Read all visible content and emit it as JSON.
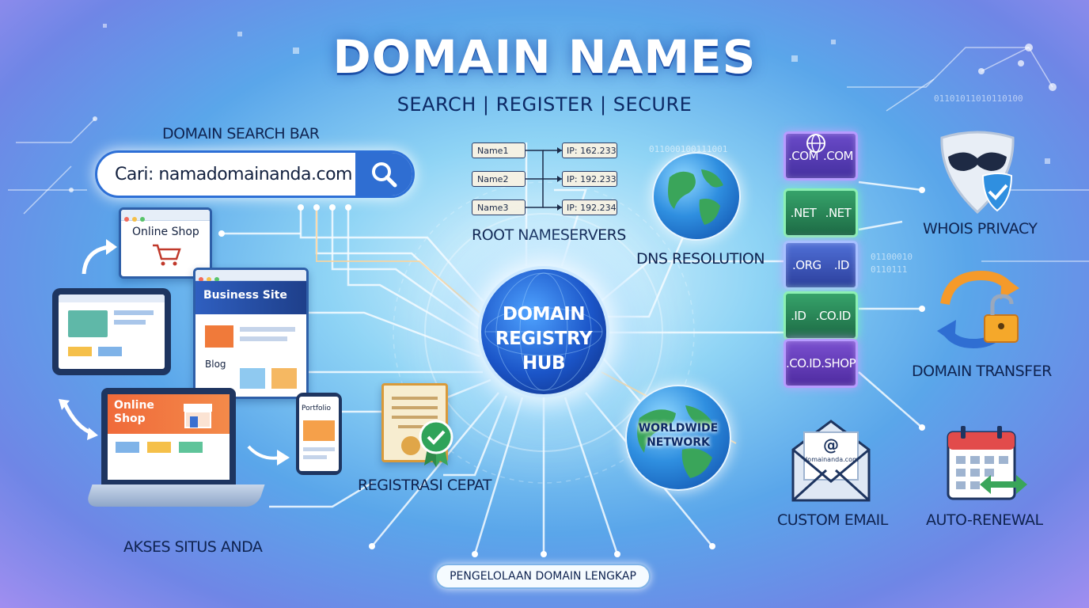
{
  "header": {
    "title": "DOMAIN NAMES",
    "subtitle": "SEARCH | REGISTER | SECURE"
  },
  "search": {
    "section_label": "DOMAIN SEARCH BAR",
    "query": "Cari: namadomainanda.com"
  },
  "sites": {
    "online_shop_label": "Online Shop",
    "business_site_label": "Business Site",
    "blog_label": "Blog",
    "laptop_shop_label": "Online Shop",
    "portfolio_label": "Portfolio",
    "access_label": "AKSES SITUS ANDA"
  },
  "nameservers": {
    "label": "ROOT NAMESERVERS",
    "names": [
      "Name1",
      "Name2",
      "Name3"
    ],
    "ips": [
      "IP: 162.233",
      "IP: 192.233",
      "IP: 192.234"
    ]
  },
  "hub": {
    "line1": "DOMAIN",
    "line2": "REGISTRY",
    "line3": "HUB"
  },
  "dns": {
    "label": "DNS RESOLUTION"
  },
  "network": {
    "line1": "WORLDWIDE",
    "line2": "NETWORK"
  },
  "registration": {
    "label": "REGISTRASI CEPAT"
  },
  "tlds": [
    {
      "left": ".COM",
      "right": ".COM"
    },
    {
      "left": ".NET",
      "right": ".NET"
    },
    {
      "left": ".ORG",
      "right": ".ID"
    },
    {
      "left": ".ID",
      "right": ".CO.ID"
    },
    {
      "left": ".CO.ID",
      "right": ".SHOP"
    }
  ],
  "features": {
    "whois": "WHOIS PRIVACY",
    "transfer": "DOMAIN TRANSFER",
    "email": "CUSTOM EMAIL",
    "email_domain": "domainanda.com",
    "renewal": "AUTO-RENEWAL"
  },
  "footer": {
    "label": "PENGELOLAAN DOMAIN LENGKAP"
  },
  "binary": {
    "row1": "01101011010110100",
    "row2": "011000100111001",
    "row3": "01100010",
    "row4": "0110111"
  },
  "colors": {
    "accent": "#2f6ed2",
    "hub": "#1b55c8",
    "tld_purple": "#4530a0",
    "tld_green": "#1d6a45"
  }
}
